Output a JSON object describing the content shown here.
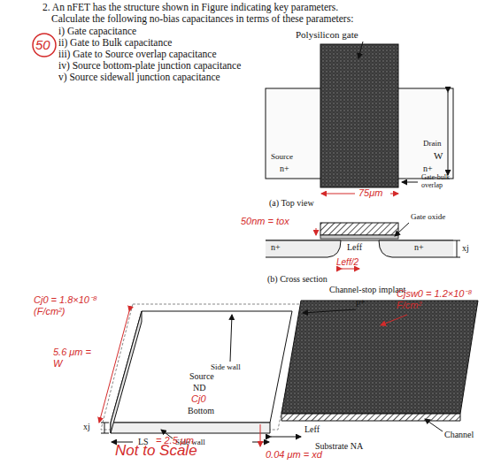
{
  "diagram": {
    "labels": [
      "2. An nFET has the structure shown in Figure indicating key parameters.",
      "Calculate the following no-bias capacitances in terms of these parameters:",
      "i) Gate capacitance",
      "ii) Gate to Bulk capacitance",
      "iii) Gate to Source overlap capacitance",
      "iv) Source bottom-plate junction capacitance",
      "v) Source sidewall junction capacitance",
      "50",
      "Polysilicon gate",
      "Source",
      "n+",
      "Drain",
      "W",
      "n+",
      "Gate-bulk overlap",
      "(a) Top view",
      "75μm",
      "50nm = tox",
      "Gate oxide",
      "n+",
      "Leff",
      "n+",
      "xj",
      "Leff/2",
      "(b) Cross section",
      "Channel-stop implant",
      "p+",
      "Cjsw0 = 1.2×10⁻⁸ F/cm²",
      "Cj0 = 1.8×10⁻⁸ (F/cm²)",
      "5.6 μm = W",
      "Side wall",
      "Source",
      "ND",
      "Cj0",
      "Bottom",
      "Side wall",
      "xj",
      "LS",
      "= 2.5 μm",
      "Channel",
      "Leff",
      "Substrate NA",
      "0.04 μm = xd",
      "Not to Scale"
    ]
  }
}
